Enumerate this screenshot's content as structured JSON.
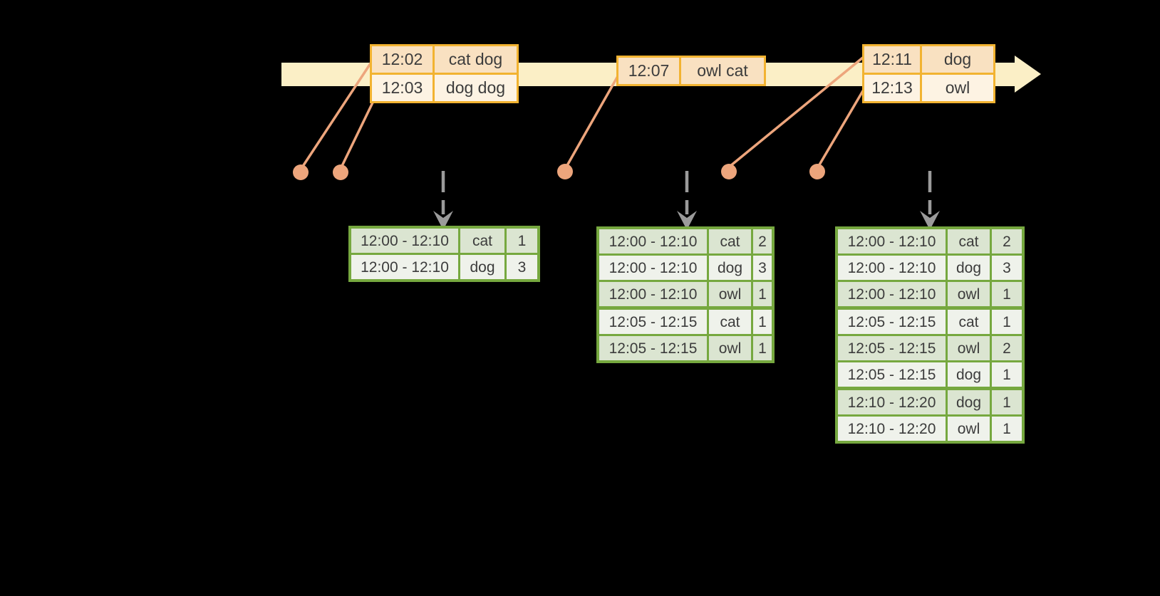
{
  "diagram": {
    "colors": {
      "background": "#000000",
      "timeline_band": "#FBEFC6",
      "event_table_border": "#F2B331",
      "event_row_dark": "#F9E1C1",
      "event_row_light": "#FDF3E3",
      "result_table_border": "#76A83F",
      "result_row_dark": "#DBE5D1",
      "result_row_light": "#EFF2EB",
      "dot_and_line": "#EDA57C",
      "trigger_arrow": "#9B9B9B",
      "text": "#3C3C3C"
    },
    "event_tables": [
      {
        "rows": [
          [
            "12:02",
            "cat dog"
          ],
          [
            "12:03",
            "dog dog"
          ]
        ]
      },
      {
        "rows": [
          [
            "12:07",
            "owl cat"
          ]
        ]
      },
      {
        "rows": [
          [
            "12:11",
            "dog"
          ],
          [
            "12:13",
            "owl"
          ]
        ]
      }
    ],
    "result_tables": [
      {
        "rows": [
          [
            "12:00 - 12:10",
            "cat",
            "1"
          ],
          [
            "12:00 - 12:10",
            "dog",
            "3"
          ]
        ]
      },
      {
        "rows": [
          [
            "12:00 - 12:10",
            "cat",
            "2"
          ],
          [
            "12:00 - 12:10",
            "dog",
            "3"
          ],
          [
            "12:00 - 12:10",
            "owl",
            "1"
          ],
          [
            "12:05 - 12:15",
            "cat",
            "1"
          ],
          [
            "12:05 - 12:15",
            "owl",
            "1"
          ]
        ]
      },
      {
        "rows": [
          [
            "12:00 - 12:10",
            "cat",
            "2"
          ],
          [
            "12:00 - 12:10",
            "dog",
            "3"
          ],
          [
            "12:00 - 12:10",
            "owl",
            "1"
          ],
          [
            "12:05 - 12:15",
            "cat",
            "1"
          ],
          [
            "12:05 - 12:15",
            "owl",
            "2"
          ],
          [
            "12:05 - 12:15",
            "dog",
            "1"
          ],
          [
            "12:10 - 12:20",
            "dog",
            "1"
          ],
          [
            "12:10 - 12:20",
            "owl",
            "1"
          ]
        ]
      }
    ]
  }
}
